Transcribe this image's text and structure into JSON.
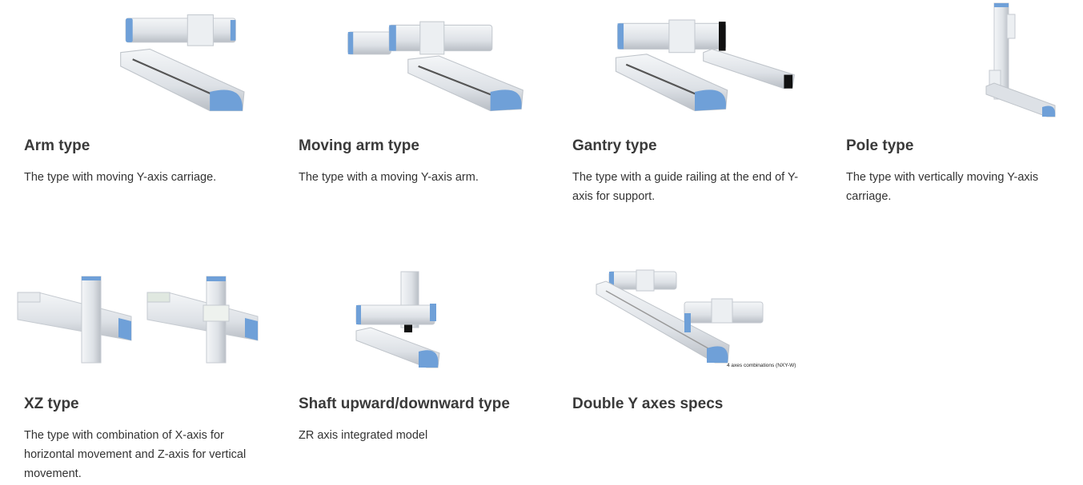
{
  "products": [
    {
      "title": "Arm type",
      "description": "The type with moving Y-axis carriage.",
      "icon": "arm-type-robot-image"
    },
    {
      "title": "Moving arm type",
      "description": "The type with a moving Y-axis arm.",
      "icon": "moving-arm-type-robot-image"
    },
    {
      "title": "Gantry type",
      "description": "The type with a guide railing at the end of Y-axis for support.",
      "icon": "gantry-type-robot-image"
    },
    {
      "title": "Pole type",
      "description": "The type with vertically moving Y-axis carriage.",
      "icon": "pole-type-robot-image"
    },
    {
      "title": "XZ type",
      "description": "The type with combination of X-axis for horizontal movement and Z-axis for vertical movement.",
      "icon": "xz-type-robot-image"
    },
    {
      "title": "Shaft upward/downward type",
      "description": "ZR axis integrated model",
      "icon": "shaft-type-robot-image"
    },
    {
      "title": "Double Y axes specs",
      "description": "",
      "icon": "double-y-axes-robot-image",
      "image_note": "4 axes combinations (NXY-W)"
    }
  ],
  "colors": {
    "accent_blue": "#6fa0d8",
    "rail": "#dfe3e8",
    "text": "#333333"
  }
}
